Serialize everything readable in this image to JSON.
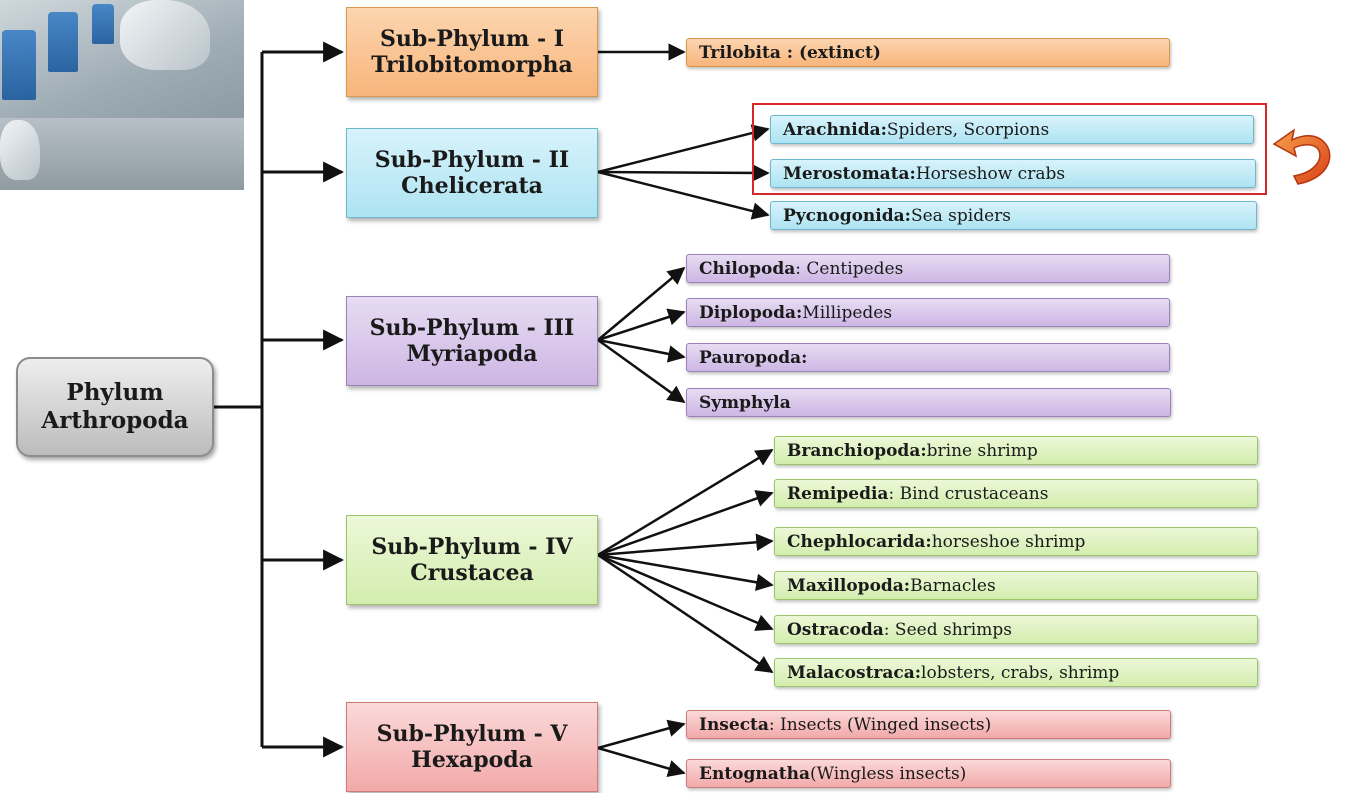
{
  "root": {
    "line1": "Phylum",
    "line2": "Arthropoda"
  },
  "subphyla": [
    {
      "line1": "Sub-Phylum - I",
      "line2": "Trilobitomorpha",
      "classes": [
        {
          "name": "Trilobita : (extinct)",
          "desc": ""
        }
      ]
    },
    {
      "line1": "Sub-Phylum - II",
      "line2": "Chelicerata",
      "classes": [
        {
          "name": "Arachnida:",
          "desc": " Spiders, Scorpions"
        },
        {
          "name": "Merostomata:",
          "desc": " Horseshow crabs"
        },
        {
          "name": "Pycnogonida:",
          "desc": "  Sea spiders"
        }
      ]
    },
    {
      "line1": "Sub-Phylum - III",
      "line2": "Myriapoda",
      "classes": [
        {
          "name": "Chilopoda",
          "desc": ": Centipedes"
        },
        {
          "name": "Diplopoda:",
          "desc": " Millipedes"
        },
        {
          "name": "Pauropoda:",
          "desc": ""
        },
        {
          "name": "Symphyla",
          "desc": ""
        }
      ]
    },
    {
      "line1": "Sub-Phylum - IV",
      "line2": "Crustacea",
      "classes": [
        {
          "name": "Branchiopoda:",
          "desc": "  brine shrimp"
        },
        {
          "name": "Remipedia",
          "desc": ": Bind crustaceans"
        },
        {
          "name": "Chephlocarida:",
          "desc": " horseshoe shrimp"
        },
        {
          "name": "Maxillopoda:",
          "desc": "  Barnacles"
        },
        {
          "name": "Ostracoda",
          "desc": ": Seed shrimps"
        },
        {
          "name": "Malacostraca:",
          "desc": " lobsters, crabs, shrimp"
        }
      ]
    },
    {
      "line1": "Sub-Phylum - V",
      "line2": "Hexapoda",
      "classes": [
        {
          "name": "Insecta",
          "desc": ": Insects (Winged insects)"
        },
        {
          "name": "Entognatha",
          "desc": " (Wingless insects)"
        }
      ]
    }
  ],
  "colors": {
    "trilobitomorpha": "#f8b57b",
    "chelicerata": "#aee3f2",
    "myriapoda": "#cdb6e4",
    "crustacea": "#d3edae",
    "hexapoda": "#f2a9a9",
    "highlight": "#d62828",
    "curved_arrow": "#e8541e"
  },
  "icons": {
    "curved_arrow": "curved-arrow-icon",
    "photo": "lab-photo"
  }
}
